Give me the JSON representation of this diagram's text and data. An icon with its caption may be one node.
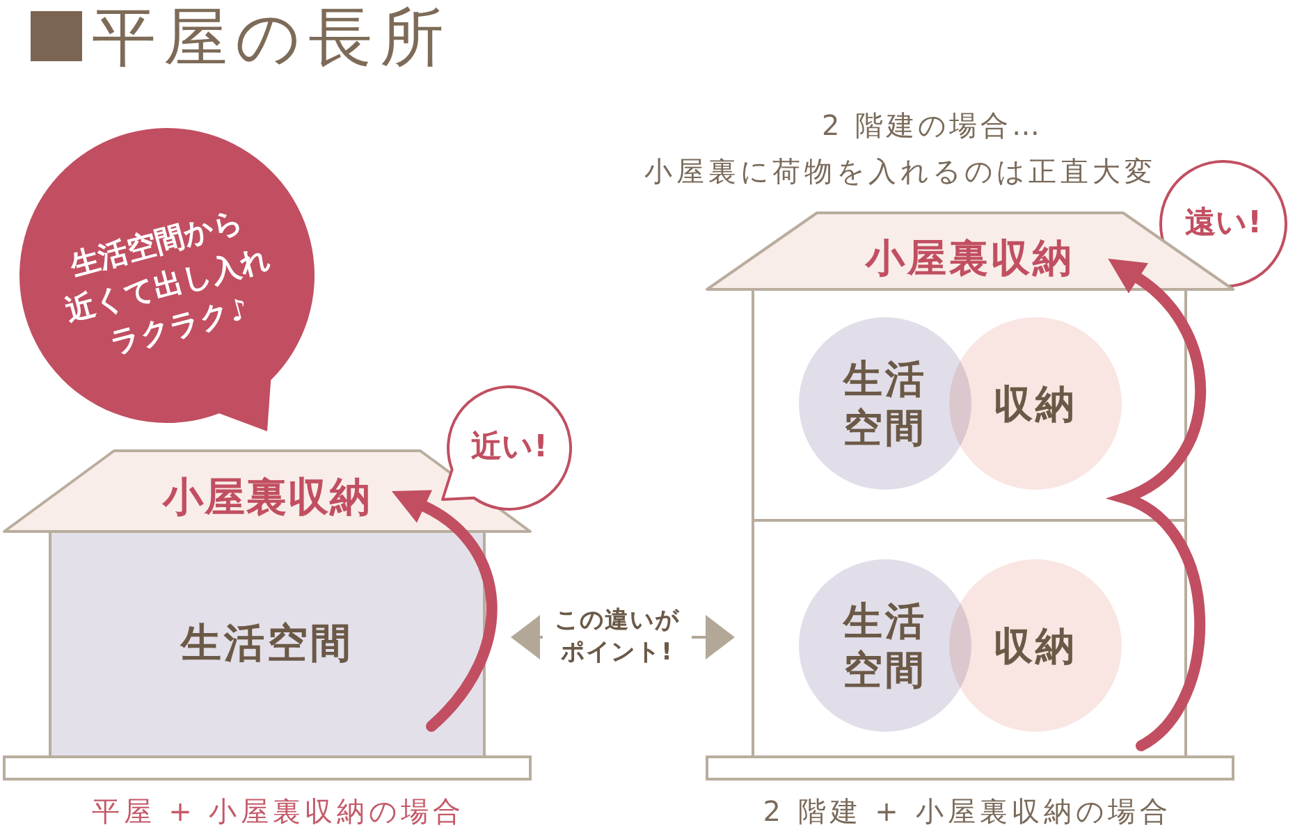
{
  "diagram": {
    "title": "平屋の長所",
    "nodes": [
      {
        "text": [
          "生活空間から",
          "近くて出し入れ",
          "ラクラク♪"
        ]
      },
      {
        "text": [
          "小屋裏収納"
        ]
      },
      {
        "text": [
          "生活空間"
        ]
      },
      {
        "text": [
          "近い!"
        ]
      },
      {
        "text": [
          "この違いがポイント!"
        ]
      },
      {
        "text": [
          "遠い!"
        ]
      },
      {
        "text": [
          "小屋裏収納"
        ]
      },
      {
        "text": [],
        "shape": "box"
      },
      {
        "text": [
          "生活空間"
        ],
        "in": 7
      },
      {
        "text": [
          "収納"
        ],
        "in": 7
      },
      {
        "text": [],
        "shape": "box"
      },
      {
        "text": [
          "生活空間"
        ],
        "in": 10
      },
      {
        "text": [
          "収納"
        ],
        "in": 10
      }
    ],
    "edges": [
      {
        "from": 2,
        "to": 1,
        "arrow": "to",
        "style": "thick"
      },
      {
        "from": 4,
        "to": null,
        "arrow": "to",
        "color": "#b3a898"
      },
      {
        "from": 4,
        "to": null,
        "arrow": "to",
        "color": "#b3a898"
      },
      {
        "from": 10,
        "to": 6,
        "arrow": "to",
        "style": "thick"
      }
    ],
    "labels": [
      "2 階建の場合…",
      "小屋裏に荷物を入れるのは正直大変",
      "平屋 + 小屋裏収納の場合",
      "2 階建 + 小屋裏収納の場合"
    ]
  }
}
